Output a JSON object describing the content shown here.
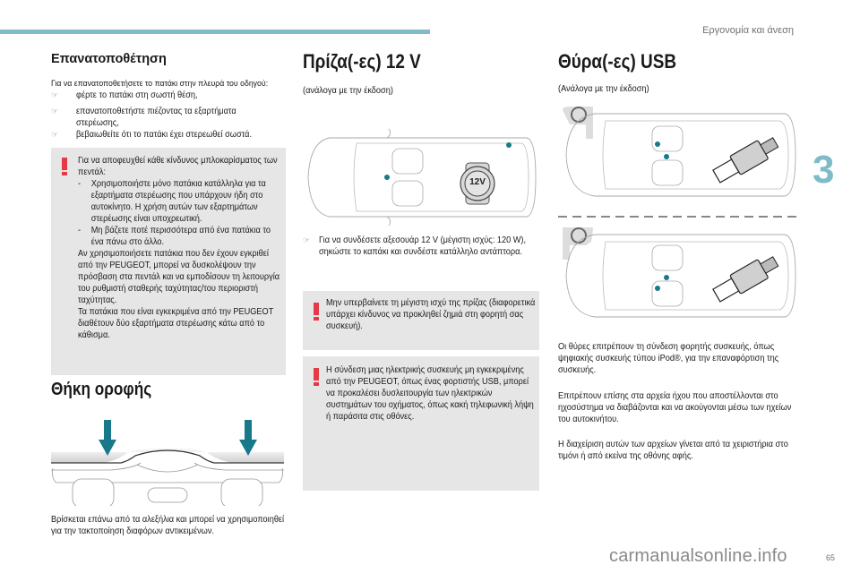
{
  "header": {
    "chapter_title": "Εργονομία και άνεση",
    "chapter_number": "3",
    "page_number": "65",
    "accent_color": "#7fbcc8"
  },
  "watermark": "carmanualsonline.info",
  "col1": {
    "refit": {
      "heading": "Επανατοποθέτηση",
      "intro": "Για να επανατοποθετήσετε το πατάκι στην πλευρά του οδηγού:",
      "bullets": [
        "φέρτε το πατάκι στη σωστή θέση,",
        "επανατοποθετήστε πιέζοντας τα εξαρτήματα στερέωσης,",
        "βεβαιωθείτε ότι το πατάκι έχει στερεωθεί σωστά."
      ],
      "warning": {
        "intro": "Για να αποφευχθεί κάθε κίνδυνος μπλοκαρίσματος των πεντάλ:",
        "items": [
          "Χρησιμοποιήστε μόνο πατάκια κατάλληλα για τα εξαρτήματα στερέωσης που υπάρχουν ήδη στο αυτοκίνητο. Η χρήση αυτών των εξαρτημάτων στερέωσης είναι υποχρεωτική.",
          "Μη βάζετε ποτέ περισσότερα από ένα πατάκια το ένα πάνω στο άλλο."
        ],
        "para1": "Αν χρησιμοποιήσετε πατάκια που δεν έχουν εγκριθεί από την PEUGEOT, μπορεί να δυσκολέψουν την πρόσβαση στα πεντάλ και να εμποδίσουν τη λειτουργία του ρυθμιστή σταθερής ταχύτητας/του περιοριστή ταχύτητας.",
        "para2": "Τα πατάκια που είναι εγκεκριμένα από την PEUGEOT διαθέτουν δύο εξαρτήματα στερέωσης κάτω από το κάθισμα."
      }
    },
    "roof": {
      "heading": "Θήκη οροφής",
      "text": "Βρίσκεται επάνω από τα αλεξήλια και μπορεί να χρησιμοποιηθεί για την τακτοποίηση διαφόρων αντικειμένων."
    }
  },
  "col2": {
    "heading": "Πρίζα(-ες) 12 V",
    "subtitle": "(ανάλογα με την έκδοση)",
    "socket_label": "12V",
    "bullet": "Για να συνδέσετε αξεσουάρ 12 V (μέγιστη ισχύς: 120 W), σηκώστε το καπάκι και συνδέστε κατάλληλο αντάπτορα.",
    "warning1": "Μην υπερβαίνετε τη μέγιστη ισχύ της πρίζας (διαφορετικά υπάρχει κίνδυνος να προκληθεί ζημιά στη φορητή σας συσκευή).",
    "warning2": "Η σύνδεση μιας ηλεκτρικής συσκευής μη εγκεκριμένης από την PEUGEOT, όπως ένας φορτιστής USB, μπορεί να προκαλέσει δυσλειτουργία των ηλεκτρικών συστημάτων του οχήματος, όπως κακή τηλεφωνική λήψη ή παράσιτα στις οθόνες."
  },
  "col3": {
    "heading": "Θύρα(-ες) USB",
    "subtitle": "(Ανάλογα με την έκδοση)",
    "para1": "Οι θύρες επιτρέπουν τη σύνδεση φορητής συσκευής, όπως ψηφιακής συσκευής τύπου iPod®, για την επαναφόρτιση της συσκευής.",
    "para2": "Επιτρέπουν επίσης στα αρχεία ήχου που αποστέλλονται στο ηχοσύστημα να διαβάζονται και να ακούγονται μέσω των ηχείων του αυτοκινήτου.",
    "para3": "Η διαχείριση αυτών των αρχείων γίνεται από τα χειριστήρια στο τιμόνι ή από εκείνα της οθόνης αφής."
  }
}
